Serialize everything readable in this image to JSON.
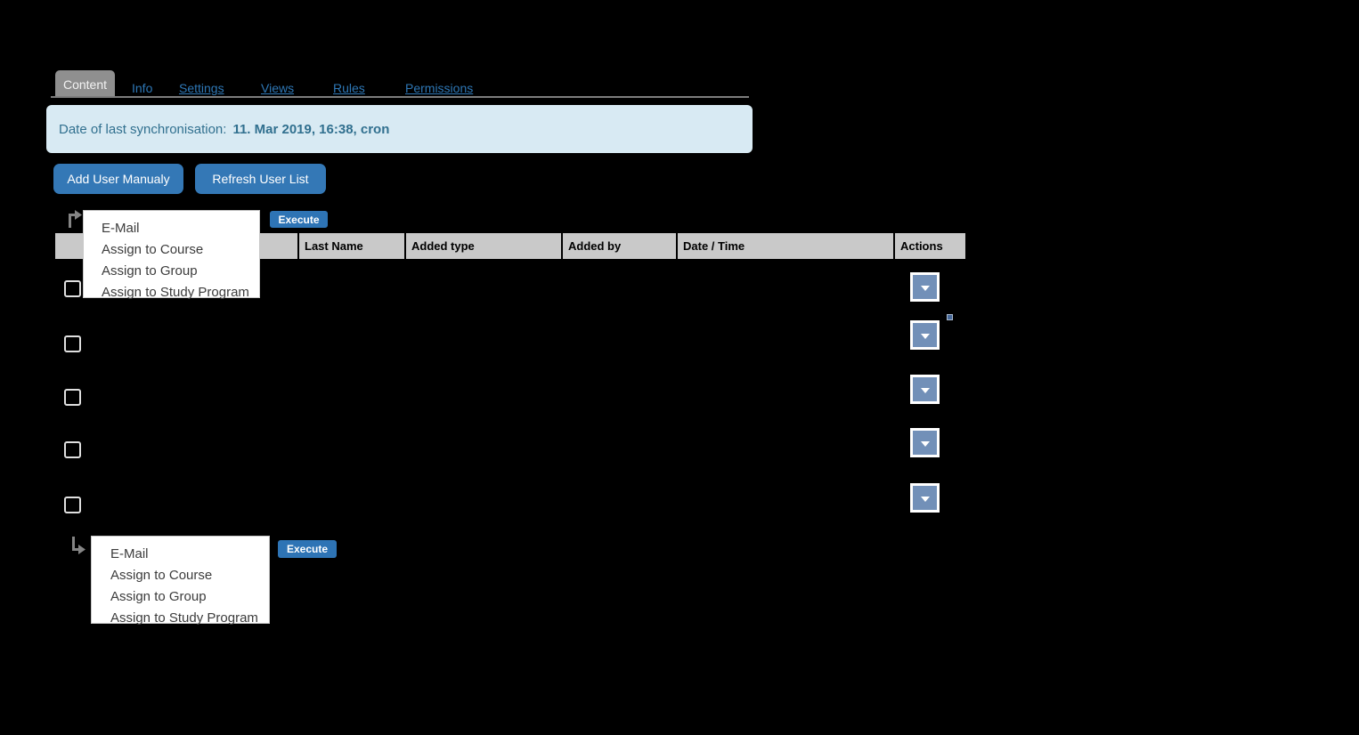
{
  "window": {
    "background": "#000000"
  },
  "tabs": {
    "active": {
      "label": "Content"
    },
    "links": [
      {
        "label": "Info"
      },
      {
        "label": "Settings"
      },
      {
        "label": "Views"
      },
      {
        "label": "Rules"
      },
      {
        "label": "Permissions"
      }
    ]
  },
  "sync_banner": {
    "label": "Date of last synchronisation:",
    "value": "11. Mar 2019, 16:38, cron"
  },
  "toolbar": {
    "add_user_label": "Add User Manualy",
    "refresh_label": "Refresh User List"
  },
  "bulk_actions": {
    "execute_label": "Execute",
    "menu_items": [
      "E-Mail",
      "Assign to Course",
      "Assign to Group",
      "Assign to Study Program"
    ]
  },
  "table": {
    "columns": [
      "",
      "Last Name",
      "Added type",
      "Added by",
      "Date / Time",
      "Actions"
    ],
    "row_count": 5
  },
  "icons": {
    "top_selector": "arrow-turn-up-right-icon",
    "bottom_selector": "arrow-turn-down-right-icon",
    "row_action": "caret-down-icon"
  },
  "colors": {
    "tab_active_bg": "#8f8f8f",
    "tab_link": "#2e77b5",
    "banner_bg": "#d8eaf3",
    "banner_text": "#31708f",
    "primary_button_bg": "#3478b6",
    "execute_button_bg": "#2e74b5",
    "table_header_bg": "#c9c9c9",
    "row_action_button_bg": "#7290b8"
  }
}
